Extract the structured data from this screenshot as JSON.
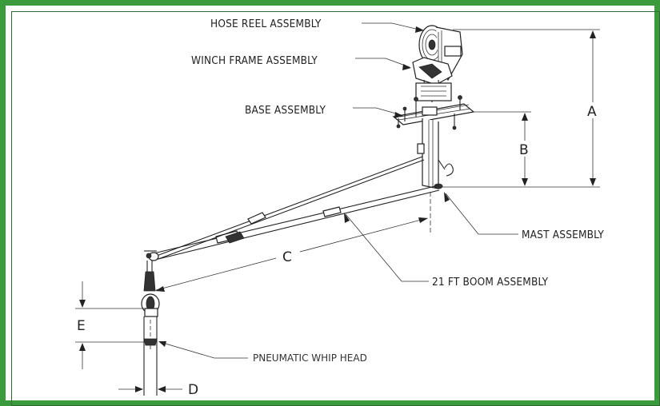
{
  "labels": {
    "hose_reel": "HOSE REEL ASSEMBLY",
    "winch_frame": "WINCH FRAME ASSEMBLY",
    "base": "BASE ASSEMBLY",
    "mast": "MAST ASSEMBLY",
    "boom": "21 FT BOOM ASSEMBLY",
    "whip_head": "PNEUMATIC WHIP HEAD"
  },
  "dimensions": {
    "a": "A",
    "b": "B",
    "c": "C",
    "d": "D",
    "e": "E"
  },
  "colors": {
    "frame": "#3a9a3c",
    "line": "#222222"
  }
}
